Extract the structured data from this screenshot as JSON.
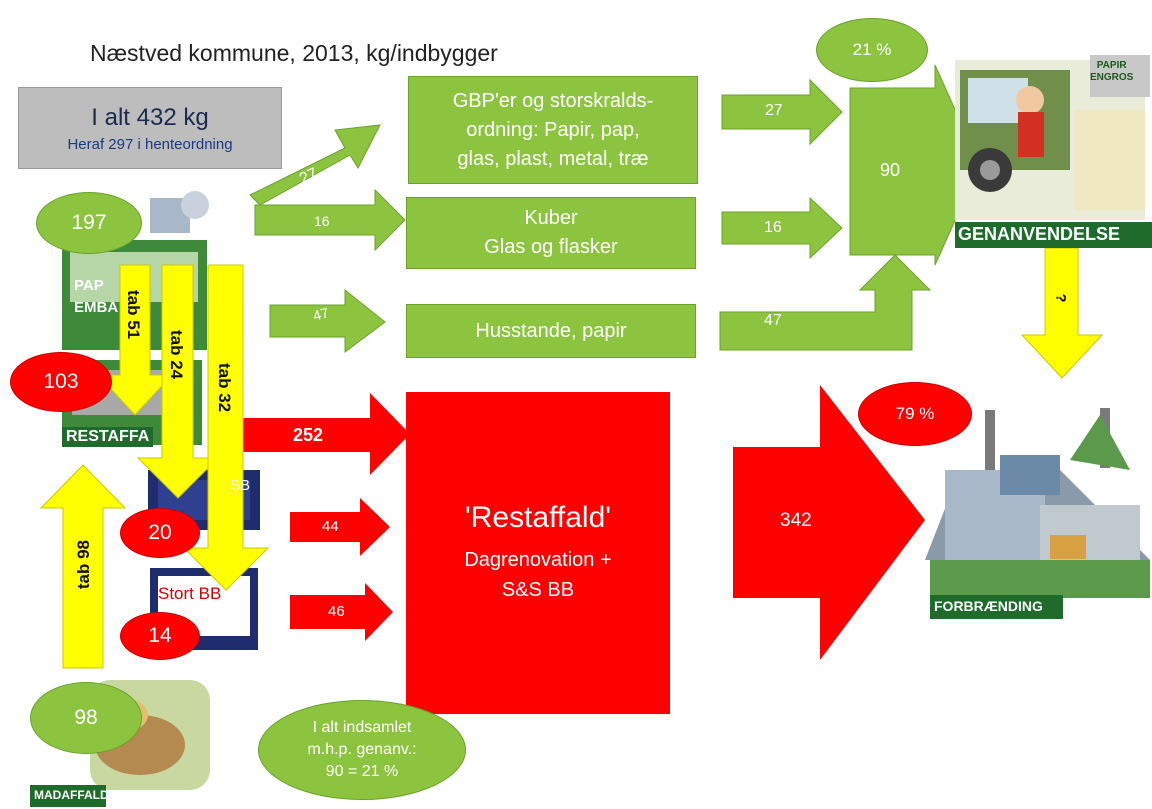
{
  "title": "Næstved kommune, 2013, kg/indbygger",
  "total": {
    "line1": "I alt 432 kg",
    "line2": "Heraf 297 i henteordning"
  },
  "sources": {
    "papir": {
      "value": "197",
      "label_a": "PAP",
      "label_b": "EMBA"
    },
    "restaffald": {
      "value": "103",
      "label": "RESTAFFA"
    },
    "smaat": {
      "value": "20",
      "label": "SB"
    },
    "stort": {
      "value": "14",
      "label": "Stort BB"
    },
    "madaffald": {
      "value": "98",
      "label": "MADAFFALD"
    }
  },
  "green_boxes": {
    "gbp": {
      "line1": "GBP'er og storskralds-",
      "line2": "ordning: Papir, pap,",
      "line3": "glas, plast, metal, træ"
    },
    "kuber": {
      "line1": "Kuber",
      "line2": "Glas og flasker"
    },
    "husstande": {
      "line1": "Husstande, papir"
    }
  },
  "green_arrows": {
    "to_gbp": "27",
    "to_kuber": "16",
    "to_husstande": "47",
    "gbp_out": "27",
    "kuber_out": "16",
    "husstande_out": "47",
    "merge_total": "90"
  },
  "red_arrows": {
    "rest_in": "252",
    "smaat_in": "44",
    "stort_in": "46",
    "out": "342"
  },
  "yellow_arrows": {
    "tab51": "tab 51",
    "tab24": "tab 24",
    "tab32": "tab 32",
    "tab98": "tab 98",
    "question": "?"
  },
  "red_box": {
    "title": "'Restaffald'",
    "line1": "Dagrenovation +",
    "line2": "S&S BB"
  },
  "percent": {
    "recycling": "21 %",
    "incineration": "79 %"
  },
  "summary": {
    "line1": "I alt indsamlet",
    "line2": "m.h.p. genanv.:",
    "line3": "90 = 21 %"
  },
  "destinations": {
    "genanvendelse": "GENANVENDELSE",
    "forbraending": "FORBRÆNDING",
    "truck_sign_a": "PAPIR",
    "truck_sign_b": "ENGROS"
  },
  "colors": {
    "green": "#8dc43f",
    "red": "#ff0000",
    "yellow": "#ffff00",
    "dark_green": "#1e6b2c"
  }
}
